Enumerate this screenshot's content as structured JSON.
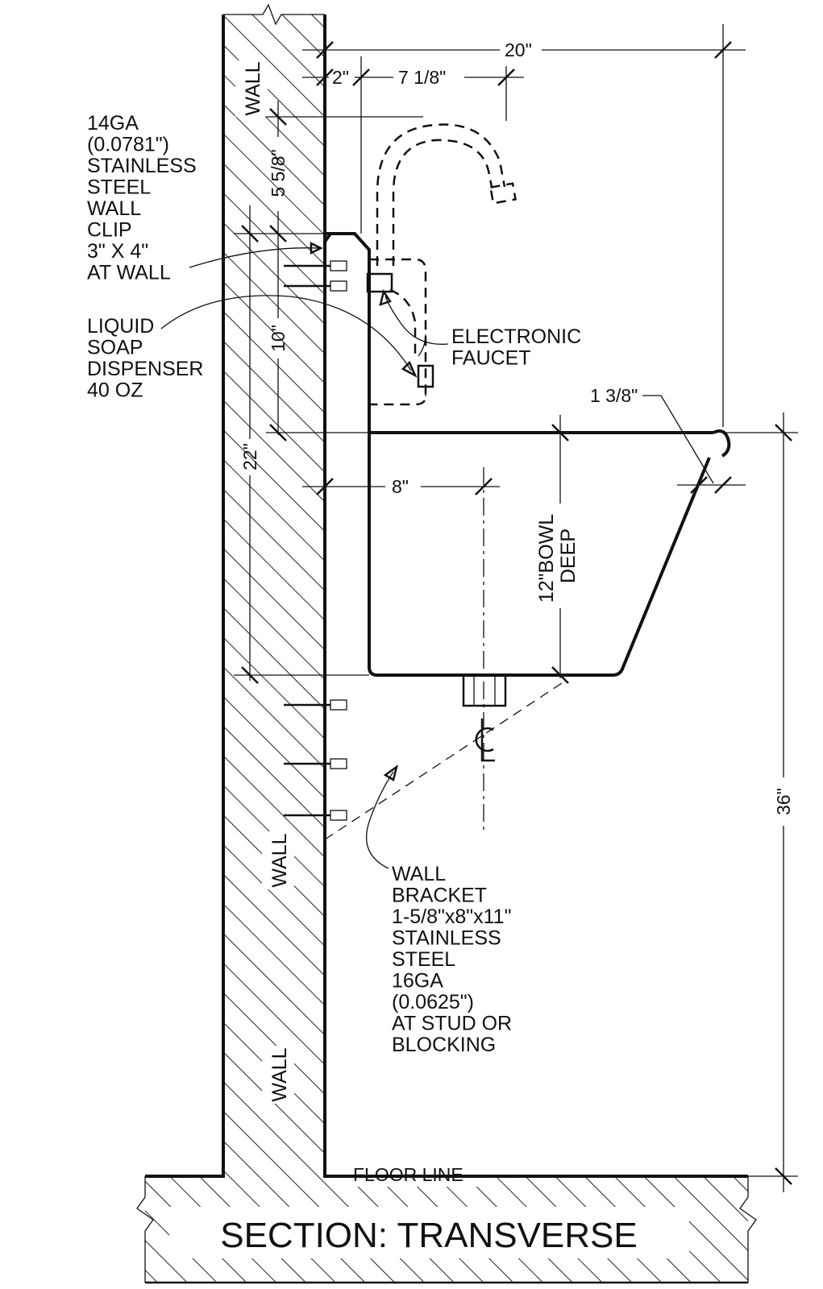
{
  "title": "SECTION: TRANSVERSE",
  "labels": {
    "wall_top": "WALL",
    "wall_mid": "WALL",
    "wall_low": "WALL",
    "floor_line": "FLOOR LINE"
  },
  "notes": {
    "wall_clip": [
      "14GA",
      "(0.0781\")",
      "STAINLESS",
      "STEEL",
      "WALL",
      "CLIP",
      "3\" X 4\"",
      "AT WALL"
    ],
    "soap_dispenser": [
      "LIQUID",
      "SOAP",
      "DISPENSER",
      "40 OZ"
    ],
    "faucet": [
      "ELECTRONIC",
      "FAUCET"
    ],
    "bowl_depth": [
      "12\"BOWL",
      "DEEP"
    ],
    "wall_bracket": [
      "WALL",
      "BRACKET",
      "1-5/8\"x8\"x11\"",
      "STAINLESS",
      "STEEL",
      "16GA",
      "(0.0625\")",
      "AT STUD OR",
      "BLOCKING"
    ]
  },
  "dimensions": {
    "overall_depth": "20\"",
    "faucet_offset": "2\"",
    "spout_reach": "7 1/8\"",
    "faucet_height": "5 5/8\"",
    "clip_to_rim": "10\"",
    "wall_to_rim_total": "22\"",
    "drain_offset": "8\"",
    "rim_roll": "1 3/8\"",
    "rim_height": "36\""
  }
}
